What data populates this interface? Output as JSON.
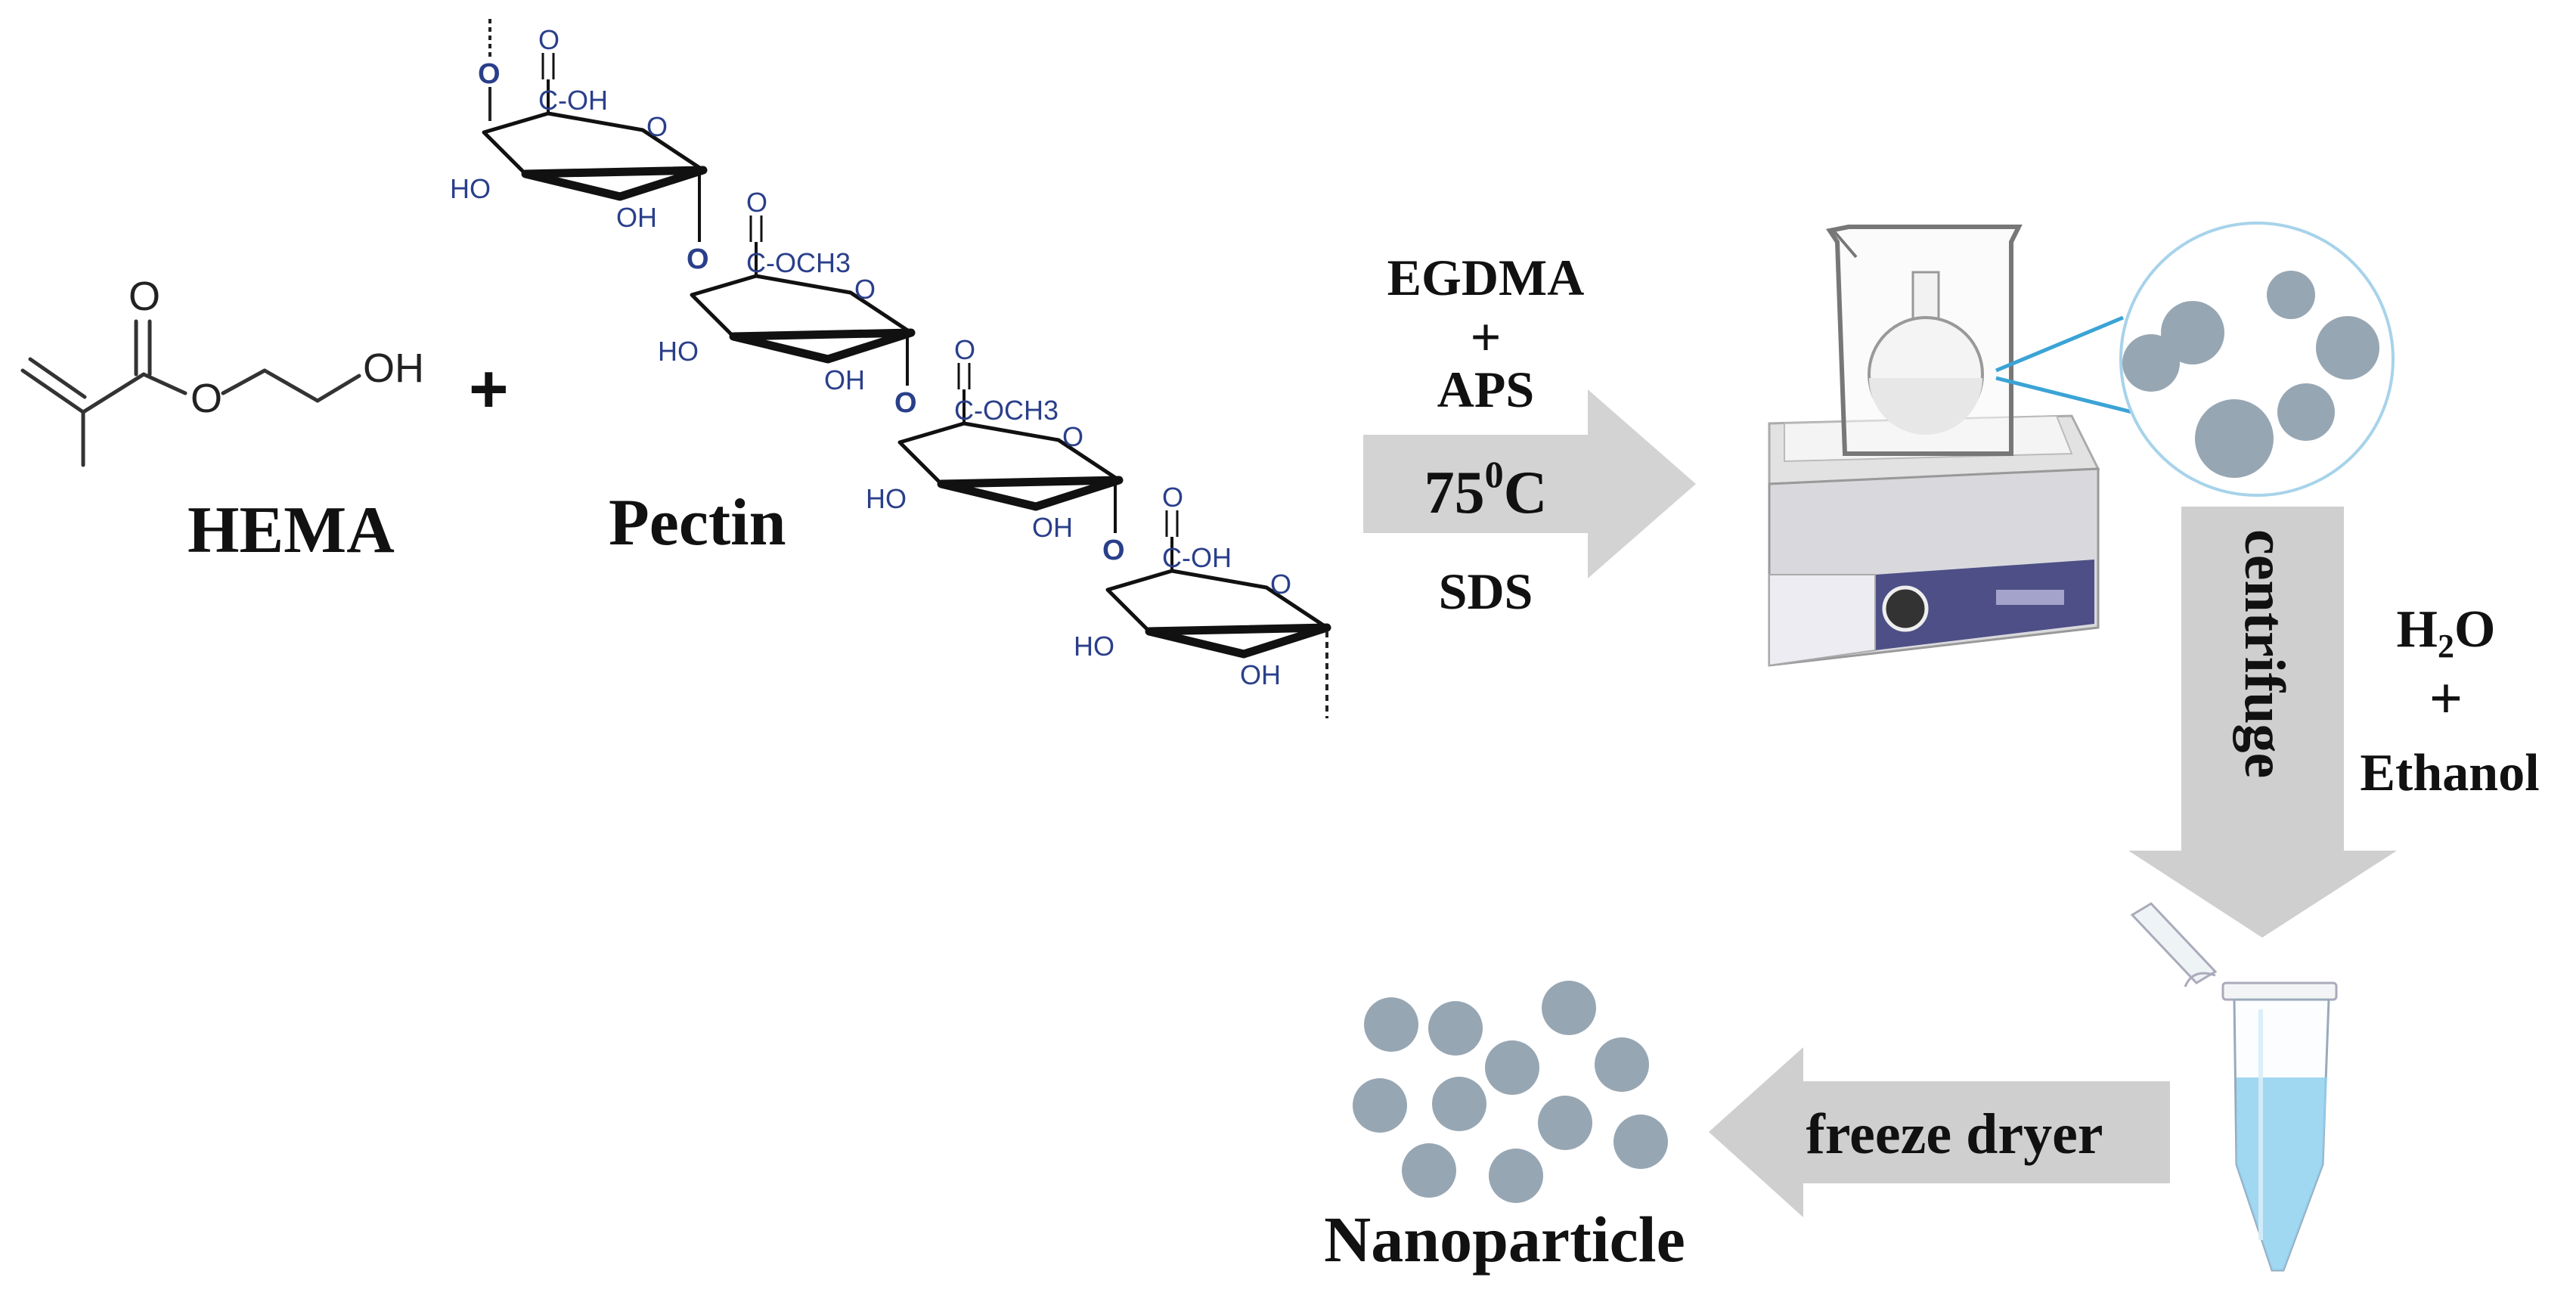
{
  "reactants": {
    "hema_label": "HEMA",
    "pectin_label": "Pectin",
    "plus": "+",
    "hema_atoms": {
      "carbonyl_o": "O",
      "ester_o": "O",
      "oh": "OH"
    }
  },
  "pectin_structure": {
    "cooh": "C-OH",
    "cooch3": "C-OCH3",
    "c_dbl_o": "O",
    "hydroxyl": "HO",
    "oh": "OH",
    "ring_o": "O",
    "link_o": "O"
  },
  "conditions": {
    "line1": "EGDMA",
    "plus": "+",
    "line2": "APS",
    "temp_value": "75",
    "temp_sup": "0",
    "temp_unit": "C",
    "line3": "SDS"
  },
  "centrifuge": {
    "label": "centrifuge",
    "solvent1": "H",
    "solvent1_sub": "2",
    "solvent1_tail": "O",
    "plus": "+",
    "solvent2": "Ethanol"
  },
  "freeze_dryer": {
    "label": "freeze dryer"
  },
  "product": {
    "label": "Nanoparticle"
  },
  "colors": {
    "arrow": "#cfcfcf",
    "particle": "#97a6b3",
    "atom_blue": "#2a3f8a",
    "zoom_line": "#3ba3d6",
    "liquid": "#8fd0ef"
  }
}
